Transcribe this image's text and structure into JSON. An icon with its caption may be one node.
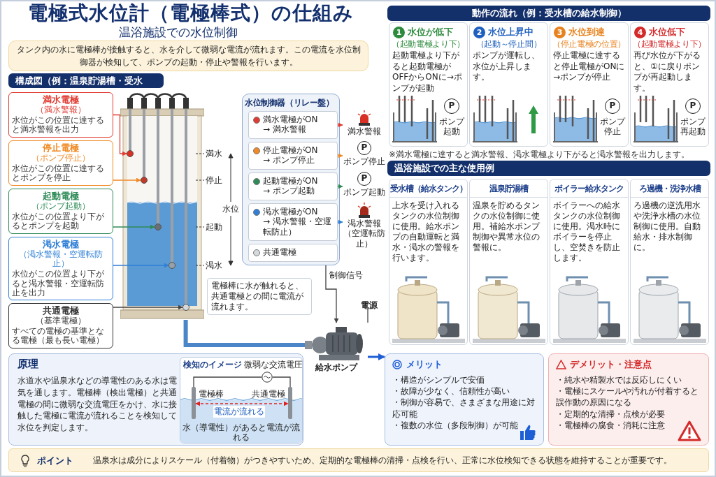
{
  "diagram": {
    "title": "電極式水位計（電極棒式）の仕組み",
    "nodes": [
      {
        "text": [
          "タンク内の水に電極棒が接触すると、水を介して微弱な電流が流れます。この電流を水位制御器が検知して、ポンプの起動・停止や警報を行います。"
        ]
      },
      {
        "text": [
          "構成図（例：温泉貯湯槽・受水槽）"
        ]
      },
      {
        "text": [
          "満水電極",
          "（満水警報）",
          "水位がこの位置に達すると満水警報を出力"
        ]
      },
      {
        "text": [
          "停止電極",
          "（ポンプ停止）",
          "水位がこの位置に達するとポンプを停止"
        ]
      },
      {
        "text": [
          "起動電極",
          "（ポンプ起動）",
          "水位がこの位置より下がるとポンプを起動"
        ]
      },
      {
        "text": [
          "渇水電極",
          "（渇水警報・空運転防止）",
          "水位がこの位置より下がると渇水警報・空運転防止を出力"
        ]
      },
      {
        "text": [
          "共通電極",
          "（基準電極）",
          "すべての電極の基準となる電極（最も長い電極）"
        ]
      },
      {
        "text": [],
        "shape": "picture"
      },
      {
        "text": [],
        "shape": "circle",
        "in": 7
      },
      {
        "text": [],
        "shape": "circle",
        "in": 7
      },
      {
        "text": [],
        "shape": "circle",
        "in": 7
      },
      {
        "text": [],
        "shape": "circle",
        "in": 7
      },
      {
        "text": [],
        "shape": "circle",
        "in": 7
      },
      {
        "text": [
          "電極棒に水が触れると、共通電極との間に電流が流れます。"
        ]
      },
      {
        "text": [
          "水位制御器（リレー盤）"
        ]
      },
      {
        "text": [
          "満水電極がON",
          "→ 満水警報"
        ],
        "in": 14
      },
      {
        "text": [
          "停止電極がON",
          "→ ポンプ停止"
        ],
        "in": 14
      },
      {
        "text": [
          "起動電極がON",
          "→ ポンプ起動"
        ],
        "in": 14
      },
      {
        "text": [
          "渇水電極がON",
          "→ 渇水警報・空運転防止）"
        ],
        "in": 14
      },
      {
        "text": [
          "共通電極"
        ],
        "in": 14
      },
      {
        "text": [
          "満水警報"
        ]
      },
      {
        "text": [
          "P",
          "ポンプ停止"
        ]
      },
      {
        "text": [
          "P",
          "ポンプ起動"
        ]
      },
      {
        "text": [
          "渇水警報（空運転防止）"
        ]
      },
      {
        "text": [
          "給水ポンプ"
        ]
      },
      {
        "text": [
          "電源"
        ]
      },
      {
        "text": [
          "動作の流れ（例：受水槽の給水制御）"
        ]
      },
      {
        "text": [
          "1",
          "水位が低下",
          "（起動電極より下）",
          "起動電極より下がると起動電極がOFFからONに→ポンプが起動",
          "P",
          "ポンプ起動"
        ]
      },
      {
        "text": [
          "2",
          "水位上昇中",
          "（起動～停止間）",
          "ポンプが運転し、水位が上昇します。"
        ]
      },
      {
        "text": [
          "3",
          "水位到達",
          "（停止電極の位置）",
          "停止電極に達すると停止電極がONに→ポンプが停止",
          "P",
          "ポンプ停止"
        ]
      },
      {
        "text": [
          "4",
          "水位低下",
          "（起動電極より下）",
          "再び水位が下がると、①に戻りポンプが再起動します。",
          "P",
          "ポンプ再起動"
        ]
      },
      {
        "text": [
          "温浴施設での主な使用例"
        ]
      },
      {
        "text": [
          "受水槽（給水タンク）",
          "上水を受け入れるタンクの水位制御に使用。給水ポンプの自動運転と満水・渇水の警報を行います。"
        ]
      },
      {
        "text": [
          "温泉貯湯槽",
          "温泉を貯めるタンクの水位制御に使用。補給水ポンプ制御や異常水位の警報に。"
        ]
      },
      {
        "text": [
          "ボイラー給水タンク",
          "ボイラーへの給水タンクの水位制御に使用。渇水時にボイラーを停止し、空焚きを防止します。"
        ]
      },
      {
        "text": [
          "ろ過機・洗浄水槽",
          "ろ過機の逆洗用水や洗浄水槽の水位制御に使用。自動給水・排水制御に。"
        ]
      },
      {
        "text": [
          "原理",
          "水道水や温泉水などの導電性のある水は電気を通します。電極棒（検出電極）と共通電極の間に微弱な交流電圧をかけ、水に接触した電極に電流が流れることを検知して水位を判定します。"
        ]
      },
      {
        "text": [
          "検知のイメージ",
          "水（導電性）があると電流が流れる"
        ],
        "in": 36
      },
      {
        "text": [],
        "shape": "circle",
        "in": 37,
        "beside": [
          "微弱な交流電圧"
        ]
      },
      {
        "text": [],
        "shape": "bar",
        "in": 37,
        "beside": [
          "電極棒"
        ]
      },
      {
        "text": [],
        "shape": "bar",
        "in": 37,
        "beside": [
          "共通電極"
        ]
      },
      {
        "text": [
          "メリット",
          "・構造がシンプルで安価",
          "・故障が少なく、信頼性が高い",
          "・制御が容易で、さまざまな用途に対応可能",
          "・複数の水位（多段制御）が可能"
        ]
      },
      {
        "text": [
          "デメリット・注意点",
          "・純水や精製水では反応しにくい",
          "・電極にスケールや汚れが付着すると誤作動の原因になる",
          "・定期的な清掃・点検が必要",
          "・電極棒の腐食・消耗に注意"
        ]
      },
      {
        "text": [
          "ポイント",
          "温泉水は成分によりスケール（付着物）がつきやすいため、定期的な電極棒の清掃・点検を行い、正常に水位検知できる状態を維持することが重要です。"
        ]
      }
    ],
    "edges": [
      {
        "from": 2,
        "to": 8,
        "arrow": "to",
        "color": "#e03c31"
      },
      {
        "from": 3,
        "to": 9,
        "arrow": "to",
        "color": "#f08a24"
      },
      {
        "from": 4,
        "to": 10,
        "arrow": "to",
        "color": "#2e8b57"
      },
      {
        "from": 5,
        "to": 11,
        "arrow": "to",
        "color": "#2f7fd6"
      },
      {
        "from": 6,
        "to": 12,
        "arrow": "to"
      },
      {
        "from": 15,
        "to": 20,
        "arrow": "to",
        "color": "#e03c31"
      },
      {
        "from": 16,
        "to": 21,
        "arrow": "to",
        "color": "#f08a24"
      },
      {
        "from": 17,
        "to": 22,
        "arrow": "to",
        "color": "#2e8b57"
      },
      {
        "from": 18,
        "to": 23,
        "arrow": "to",
        "color": "#2f7fd6"
      },
      {
        "from": 14,
        "to": 24,
        "arrow": "to",
        "label": "制御信号"
      },
      {
        "from": 25,
        "to": 24,
        "arrow": "none"
      },
      {
        "from": 24,
        "to": 41,
        "arrow": "to",
        "style": "thick",
        "color": "#1f5fd6"
      },
      {
        "from": 38,
        "to": 39,
        "arrow": "none"
      },
      {
        "from": 38,
        "to": 40,
        "arrow": "none"
      },
      {
        "from": 39,
        "to": 40,
        "arrow": "both",
        "style": "dashed",
        "color": "#e02020",
        "label": "電流が流れる"
      },
      {
        "from": 7,
        "to": 24,
        "arrow": "none",
        "style": "thick",
        "color": "#4a86c8"
      }
    ],
    "labels": [
      "温浴施設での水位制御",
      "満水",
      "停止",
      "水位",
      "起動",
      "渇水",
      "※満水電極に達すると満水警報、渇水電極より下がると渇水警報を出力します。"
    ]
  }
}
